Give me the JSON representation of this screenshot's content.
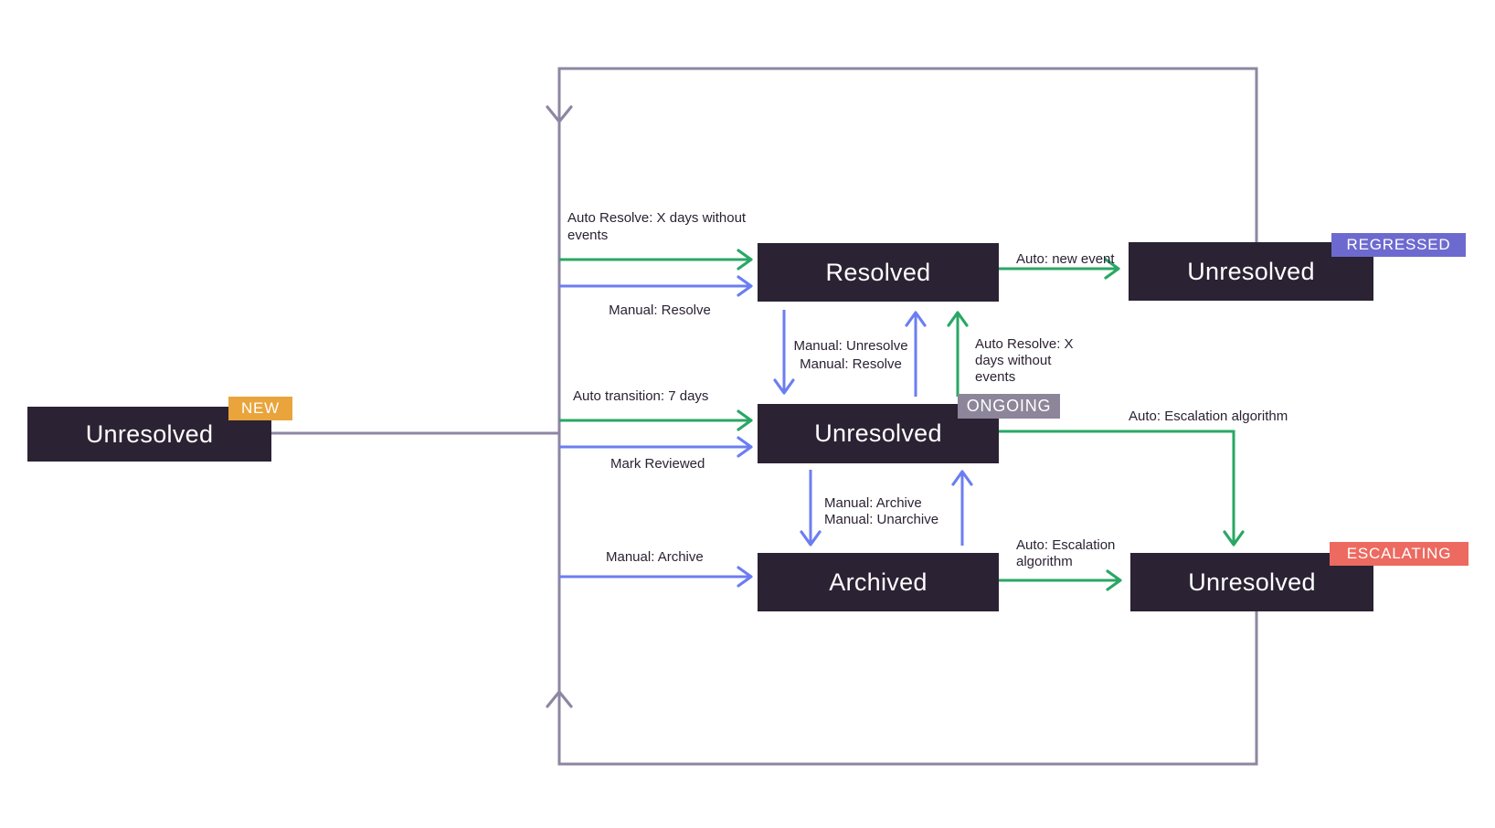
{
  "colors": {
    "box_bg": "#2B2233",
    "loop_line": "#8E86A2",
    "auto_green": "#2AA764",
    "manual_blue": "#6B7EF1",
    "badge_new": "#E9A43C",
    "badge_ongoing": "#8D8599",
    "badge_regressed": "#6D6ACF",
    "badge_escalating": "#EC6A60"
  },
  "nodes": {
    "new": {
      "label": "Unresolved",
      "badge": "NEW"
    },
    "resolved": {
      "label": "Resolved"
    },
    "ongoing": {
      "label": "Unresolved",
      "badge": "ONGOING"
    },
    "archived": {
      "label": "Archived"
    },
    "regressed": {
      "label": "Unresolved",
      "badge": "REGRESSED"
    },
    "escalating": {
      "label": "Unresolved",
      "badge": "ESCALATING"
    }
  },
  "edge_labels": {
    "auto_resolve_left": "Auto Resolve: X days without\nevents",
    "manual_resolve_left": "Manual: Resolve",
    "auto_transition": "Auto transition: 7 days",
    "mark_reviewed": "Mark Reviewed",
    "manual_archive_left": "Manual: Archive",
    "manual_unresolve_resolve": "Manual: Unresolve\nManual: Resolve",
    "auto_resolve_right": "Auto Resolve: X\ndays without\nevents",
    "manual_archive_unarchive": "Manual: Archive\nManual: Unarchive",
    "auto_new_event": "Auto: new event",
    "auto_escalation_ongoing": "Auto: Escalation algorithm",
    "auto_escalation_archived": "Auto: Escalation\nalgorithm"
  }
}
